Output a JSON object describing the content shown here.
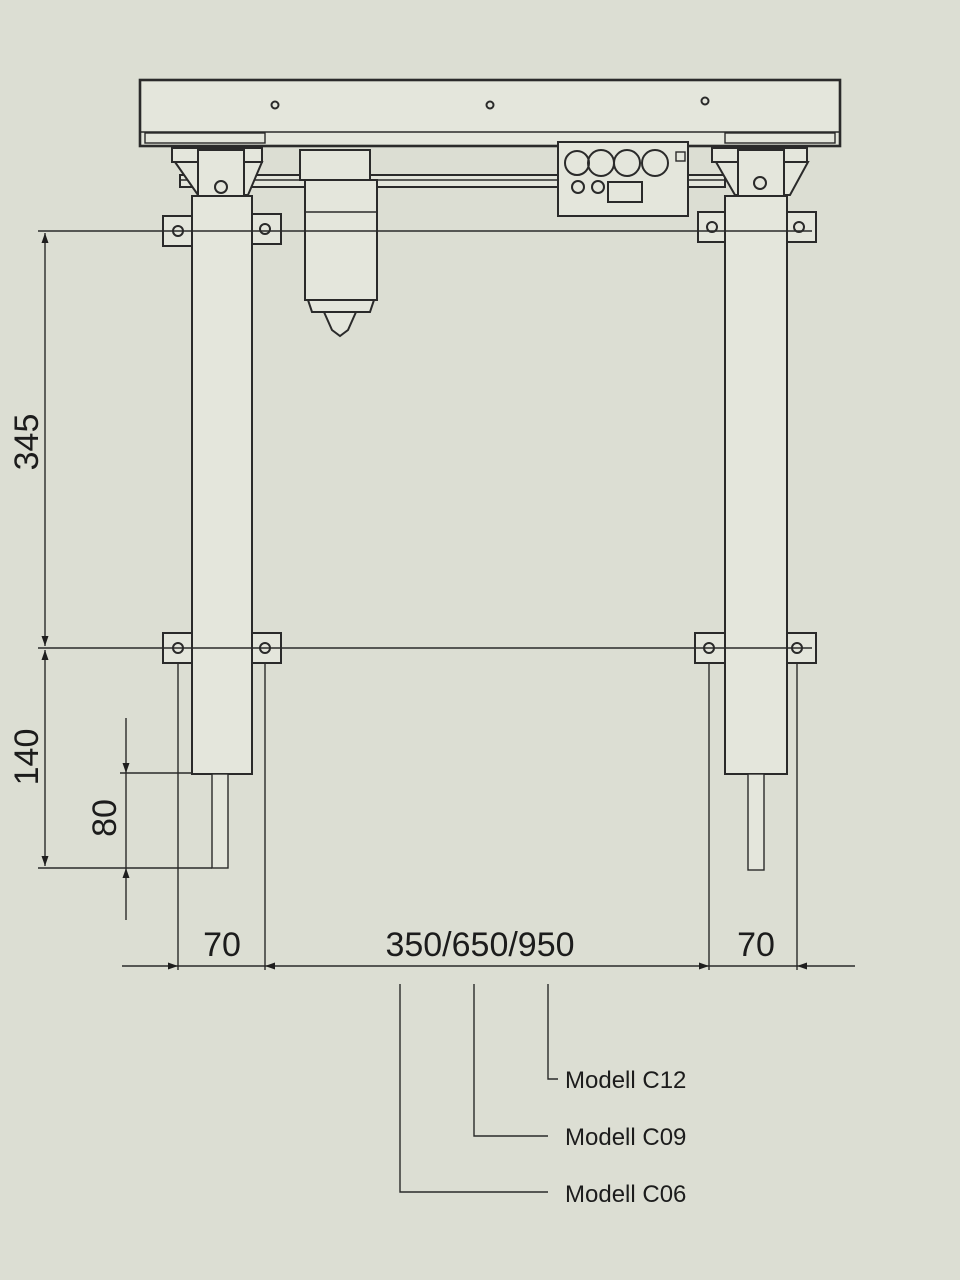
{
  "dimensions": {
    "height_upper": "345",
    "height_lower": "140",
    "stroke": "80",
    "leg_width_left": "70",
    "leg_width_right": "70",
    "span": "350/650/950"
  },
  "models": [
    {
      "label": "Modell C12"
    },
    {
      "label": "Modell C09"
    },
    {
      "label": "Modell C06"
    }
  ],
  "colors": {
    "paper": "#dcded3",
    "line": "#2a2a2a"
  }
}
